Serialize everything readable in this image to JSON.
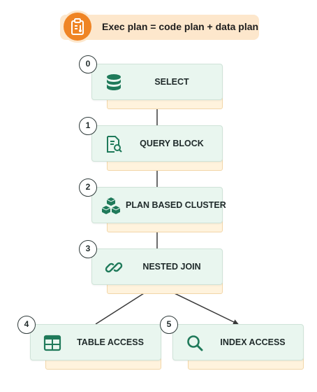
{
  "header": {
    "title": "Exec plan = code plan + data plan",
    "icon": "clipboard-thermometer-icon"
  },
  "colors": {
    "node_fill": "#e9f6ef",
    "node_back": "#fff3dd",
    "icon_teal": "#1f7a5a",
    "header_fill": "#fde7cc",
    "header_icon": "#ef8424",
    "connector": "#3a3a3a"
  },
  "nodes": [
    {
      "id": 0,
      "badge": "0",
      "label": "SELECT",
      "icon": "database-icon"
    },
    {
      "id": 1,
      "badge": "1",
      "label": "QUERY BLOCK",
      "icon": "document-search-icon"
    },
    {
      "id": 2,
      "badge": "2",
      "label": "PLAN BASED CLUSTER",
      "icon": "cubes-icon"
    },
    {
      "id": 3,
      "badge": "3",
      "label": "NESTED JOIN",
      "icon": "link-icon"
    },
    {
      "id": 4,
      "badge": "4",
      "label": "TABLE ACCESS",
      "icon": "table-icon"
    },
    {
      "id": 5,
      "badge": "5",
      "label": "INDEX ACCESS",
      "icon": "search-icon"
    }
  ],
  "edges": [
    {
      "from": 0,
      "to": 1,
      "arrow": false
    },
    {
      "from": 1,
      "to": 2,
      "arrow": false
    },
    {
      "from": 2,
      "to": 3,
      "arrow": false
    },
    {
      "from": 3,
      "to": 4,
      "arrow": false
    },
    {
      "from": 3,
      "to": 5,
      "arrow": true
    }
  ]
}
